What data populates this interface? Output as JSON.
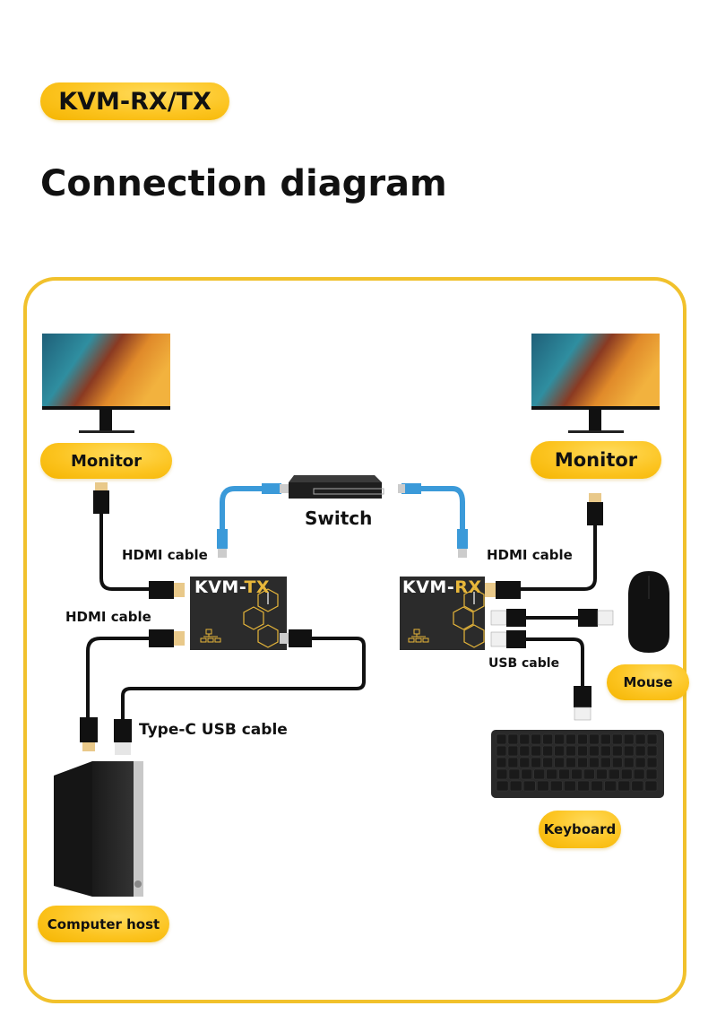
{
  "header": {
    "badge": "KVM-RX/TX",
    "title": "Connection diagram"
  },
  "colors": {
    "accent_yellow": "#fcc420",
    "frame_border": "#f1c12c",
    "device_dark": "#2b2b2b",
    "device_accent": "#e8b73a",
    "ethernet_cable": "#3b9ad9",
    "cable": "#111111"
  },
  "devices": {
    "monitor_left": {
      "label": "Monitor"
    },
    "monitor_right": {
      "label": "Monitor"
    },
    "switch": {
      "label": "Switch"
    },
    "kvm_tx": {
      "label_prefix": "KVM-",
      "label_suffix": "TX"
    },
    "kvm_rx": {
      "label_prefix": "KVM-",
      "label_suffix": "RX"
    },
    "mouse": {
      "label": "Mouse"
    },
    "keyboard": {
      "label": "Keyboard"
    },
    "computer": {
      "label": "Computer host"
    }
  },
  "cables": {
    "hdmi_tx_monitor": "HDMI cable",
    "hdmi_tx_host": "HDMI cable",
    "hdmi_rx_monitor": "HDMI cable",
    "usb_rx": "USB cable",
    "typec_usb": "Type-C USB cable"
  }
}
